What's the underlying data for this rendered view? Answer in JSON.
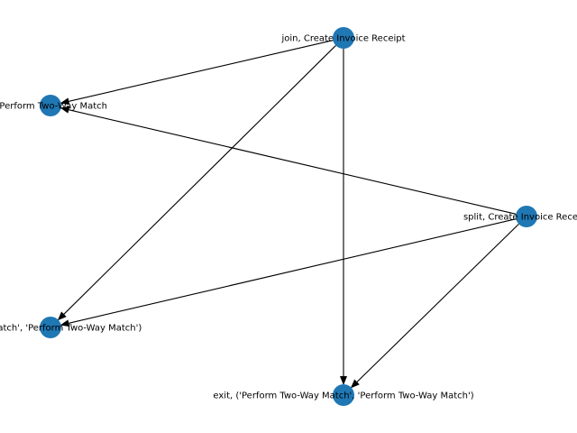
{
  "graph": {
    "node_color": "#1f77b4",
    "edge_color": "#000000",
    "nodes": [
      {
        "id": "join",
        "label": "join, Create Invoice Receipt"
      },
      {
        "id": "match",
        "label": ", Perform Two-Way Match"
      },
      {
        "id": "split",
        "label": "split, Create Invoice Receipt"
      },
      {
        "id": "twoway",
        "label": "o-Way Match', 'Perform Two-Way Match')"
      },
      {
        "id": "exit",
        "label": "exit, ('Perform Two-Way Match', 'Perform Two-Way Match')"
      }
    ],
    "edges": [
      {
        "from": "join",
        "to": "match"
      },
      {
        "from": "join",
        "to": "twoway"
      },
      {
        "from": "join",
        "to": "exit"
      },
      {
        "from": "split",
        "to": "match"
      },
      {
        "from": "split",
        "to": "twoway"
      },
      {
        "from": "split",
        "to": "exit"
      }
    ]
  }
}
